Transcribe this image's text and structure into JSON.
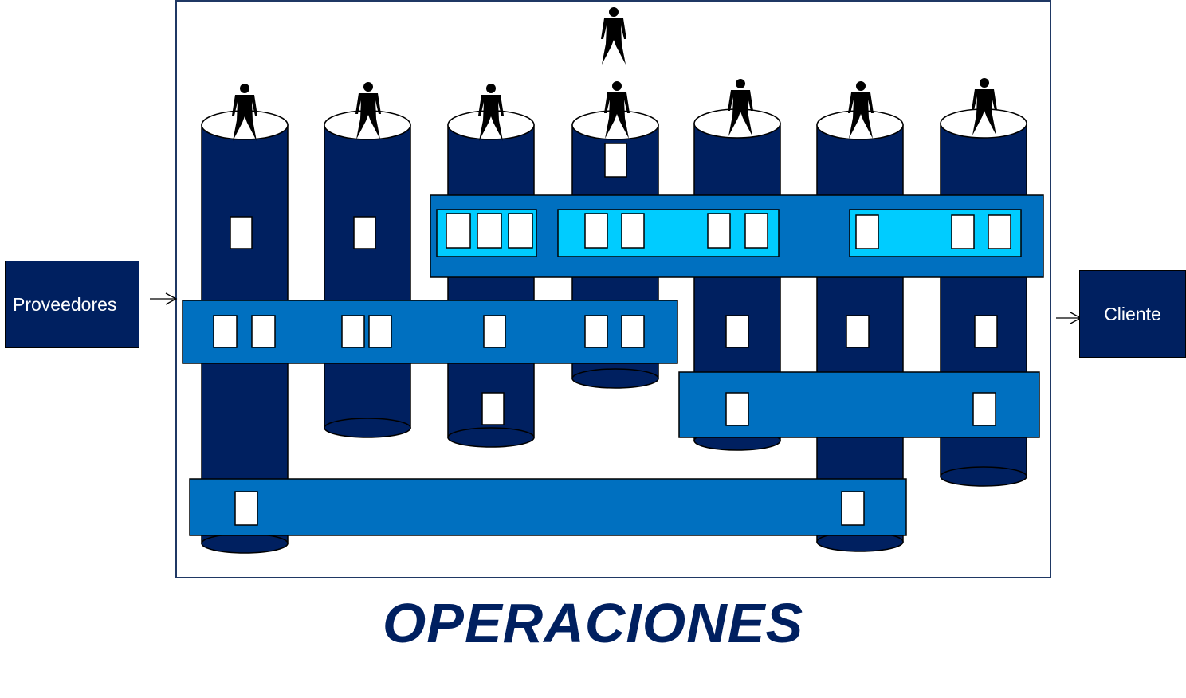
{
  "diagram": {
    "title": "OPERACIONES",
    "supplier_label": "Proveedores",
    "customer_label": "Cliente",
    "icons": {
      "person": "person-icon",
      "arrow": "arrow-right-icon"
    },
    "colors": {
      "pillar": "#002060",
      "band": "#0070C0",
      "band_inner": "#00CCFF",
      "frame": "#1F3864",
      "title": "#002060"
    }
  }
}
